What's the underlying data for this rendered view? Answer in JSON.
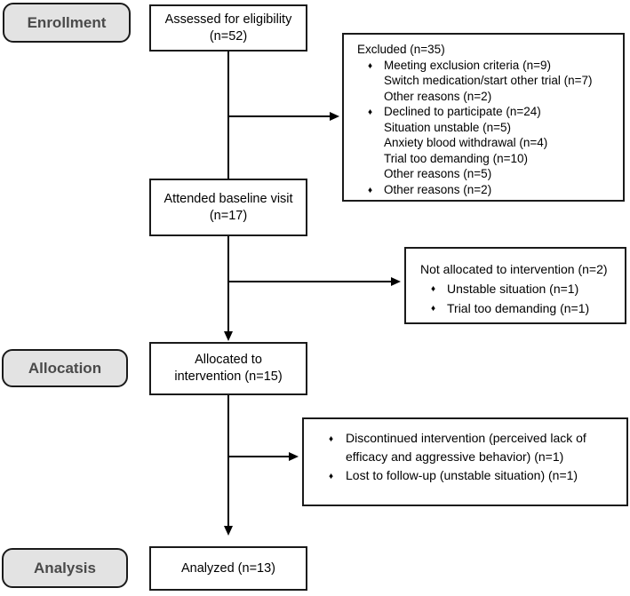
{
  "stages": [
    {
      "label": "Enrollment"
    },
    {
      "label": "Allocation"
    },
    {
      "label": "Analysis"
    }
  ],
  "boxes": {
    "assessed": {
      "lines": [
        "Assessed for eligibility",
        "(n=52)"
      ]
    },
    "attended": {
      "lines": [
        "Attended baseline visit",
        "(n=17)"
      ]
    },
    "allocated": {
      "lines": [
        "Allocated to",
        "intervention (n=15)"
      ]
    },
    "analyzed": {
      "lines": [
        "Analyzed (n=13)"
      ]
    },
    "excluded": {
      "title": "Excluded (n=35)",
      "items": [
        {
          "text": "Meeting exclusion criteria (n=9)",
          "bullet": true
        },
        {
          "text": "Switch medication/start other trial (n=7)",
          "bullet": false
        },
        {
          "text": "Other reasons (n=2)",
          "bullet": false
        },
        {
          "text": "Declined to participate (n=24)",
          "bullet": true
        },
        {
          "text": "Situation unstable (n=5)",
          "bullet": false
        },
        {
          "text": "Anxiety blood withdrawal (n=4)",
          "bullet": false
        },
        {
          "text": "Trial too demanding (n=10)",
          "bullet": false
        },
        {
          "text": "Other reasons (n=5)",
          "bullet": false
        },
        {
          "text": "Other reasons (n=2)",
          "bullet": true
        }
      ]
    },
    "not_allocated": {
      "title": "Not allocated to intervention (n=2)",
      "items": [
        {
          "text": "Unstable situation (n=1)",
          "bullet": true
        },
        {
          "text": "Trial too demanding (n=1)",
          "bullet": true
        }
      ]
    },
    "discontinued": {
      "items": [
        {
          "text": "Discontinued intervention (perceived lack of efficacy and aggressive behavior) (n=1)",
          "bullet": true
        },
        {
          "text": "Lost to follow-up (unstable situation) (n=1)",
          "bullet": true
        }
      ]
    }
  },
  "icons": {
    "bullet": "♦"
  },
  "colors": {
    "label_bg": "#e3e3e3",
    "label_text": "#4a4a4a",
    "border_color": "#1a1a1a",
    "line_color": "#000000"
  }
}
